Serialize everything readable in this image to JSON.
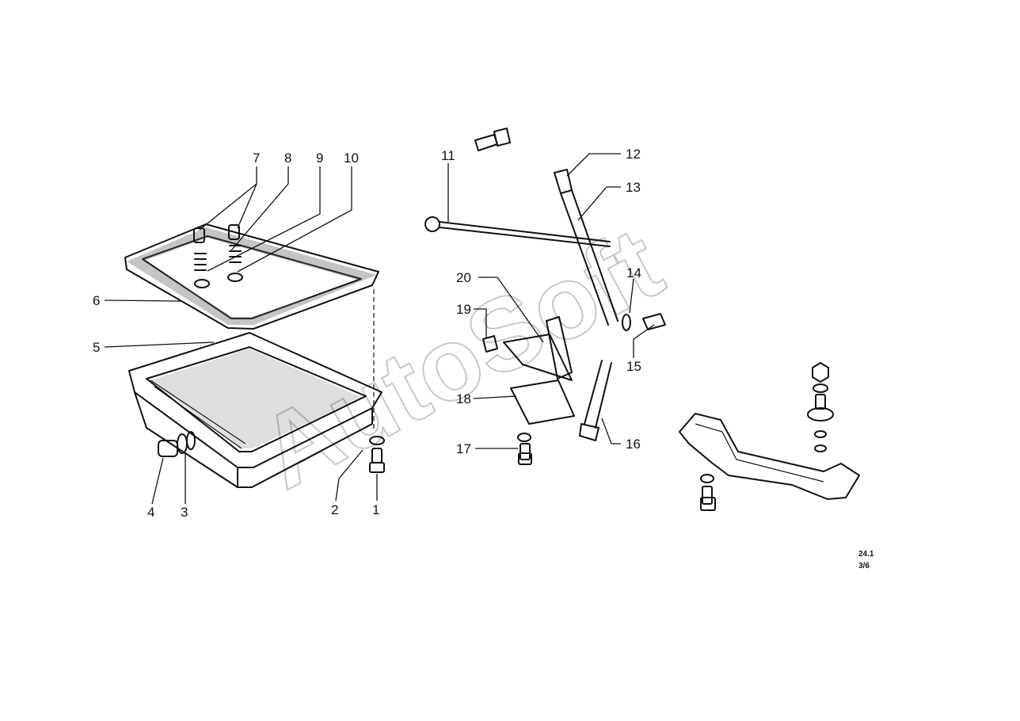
{
  "watermark": "AutoSoft",
  "callouts": [
    {
      "id": "1",
      "label": "1"
    },
    {
      "id": "2",
      "label": "2"
    },
    {
      "id": "3",
      "label": "3"
    },
    {
      "id": "4",
      "label": "4"
    },
    {
      "id": "5",
      "label": "5"
    },
    {
      "id": "6",
      "label": "6"
    },
    {
      "id": "7",
      "label": "7"
    },
    {
      "id": "8",
      "label": "8"
    },
    {
      "id": "9",
      "label": "9"
    },
    {
      "id": "10",
      "label": "10"
    },
    {
      "id": "11",
      "label": "11"
    },
    {
      "id": "12",
      "label": "12"
    },
    {
      "id": "13",
      "label": "13"
    },
    {
      "id": "14",
      "label": "14"
    },
    {
      "id": "15",
      "label": "15"
    },
    {
      "id": "16",
      "label": "16"
    },
    {
      "id": "17",
      "label": "17"
    },
    {
      "id": "18",
      "label": "18"
    },
    {
      "id": "19",
      "label": "19"
    },
    {
      "id": "20",
      "label": "20"
    }
  ],
  "reference": {
    "group": "24.1",
    "sheet": "3/6"
  },
  "colors": {
    "ink": "#111111",
    "watermark": "#9a9a9a",
    "background": "#ffffff"
  }
}
